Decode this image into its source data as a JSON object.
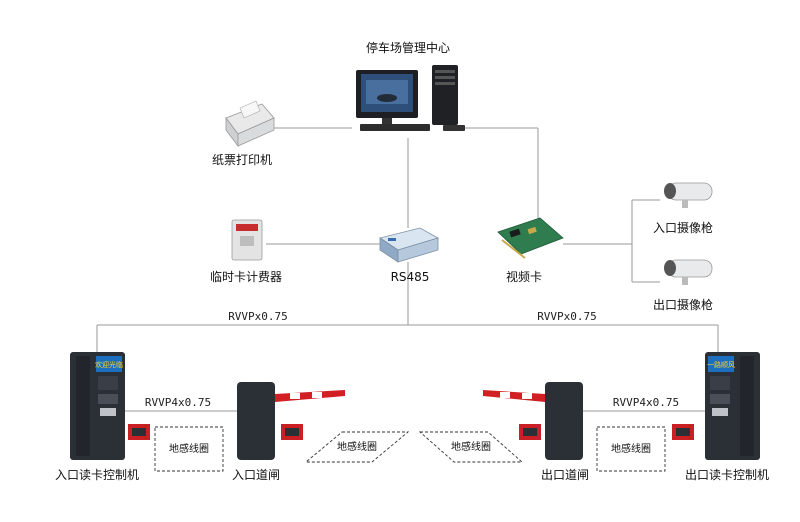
{
  "nodes": {
    "center": "停车场管理中心",
    "printer": "纸票打印机",
    "fee_device": "临时卡计费器",
    "rs485": "RS485",
    "video_card": "视频卡",
    "entry_camera": "入口摄像枪",
    "exit_camera": "出口摄像枪",
    "entry_controller": "入口读卡控制机",
    "entry_gate": "入口道闸",
    "exit_gate": "出口道闸",
    "exit_controller": "出口读卡控制机"
  },
  "cables": {
    "left_bus": "RVVPx0.75",
    "right_bus": "RVVPx0.75",
    "left_gate": "RVVP4x0.75",
    "right_gate": "RVVP4x0.75"
  },
  "loops": {
    "loop1": "地感线圈",
    "loop2": "地感线圈",
    "loop3": "地感线圈",
    "loop4": "地感线圈"
  },
  "screens": {
    "entry_sign": "欢迎光临",
    "exit_sign": "一路顺风"
  },
  "colors": {
    "line": "#9a9a9a",
    "barrier_red": "#d21f24",
    "device_dark": "#2b2f36"
  }
}
